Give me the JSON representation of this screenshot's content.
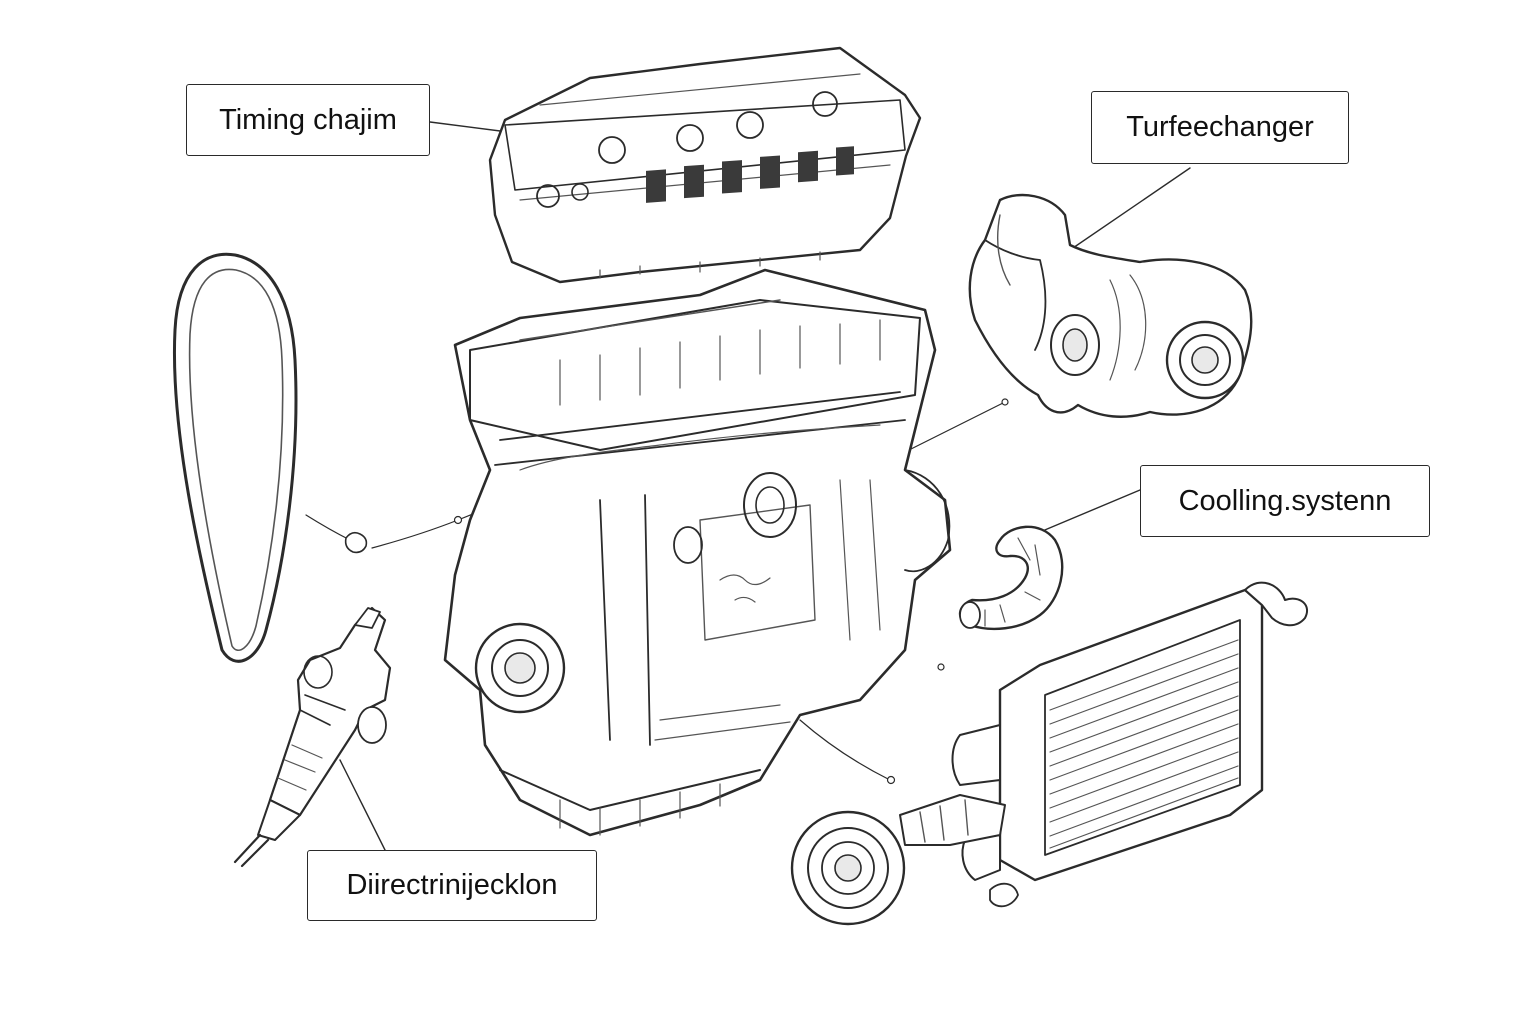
{
  "labels": {
    "timing_chain": "Timing chajim",
    "turbocharger": "Turfeechanger",
    "cooling_system": "Coolling.systenn",
    "direct_injection": "Diirectrinijecklon"
  },
  "colors": {
    "background": "#ffffff",
    "ink": "#2b2b2b",
    "label_border": "#2a2a2a"
  }
}
